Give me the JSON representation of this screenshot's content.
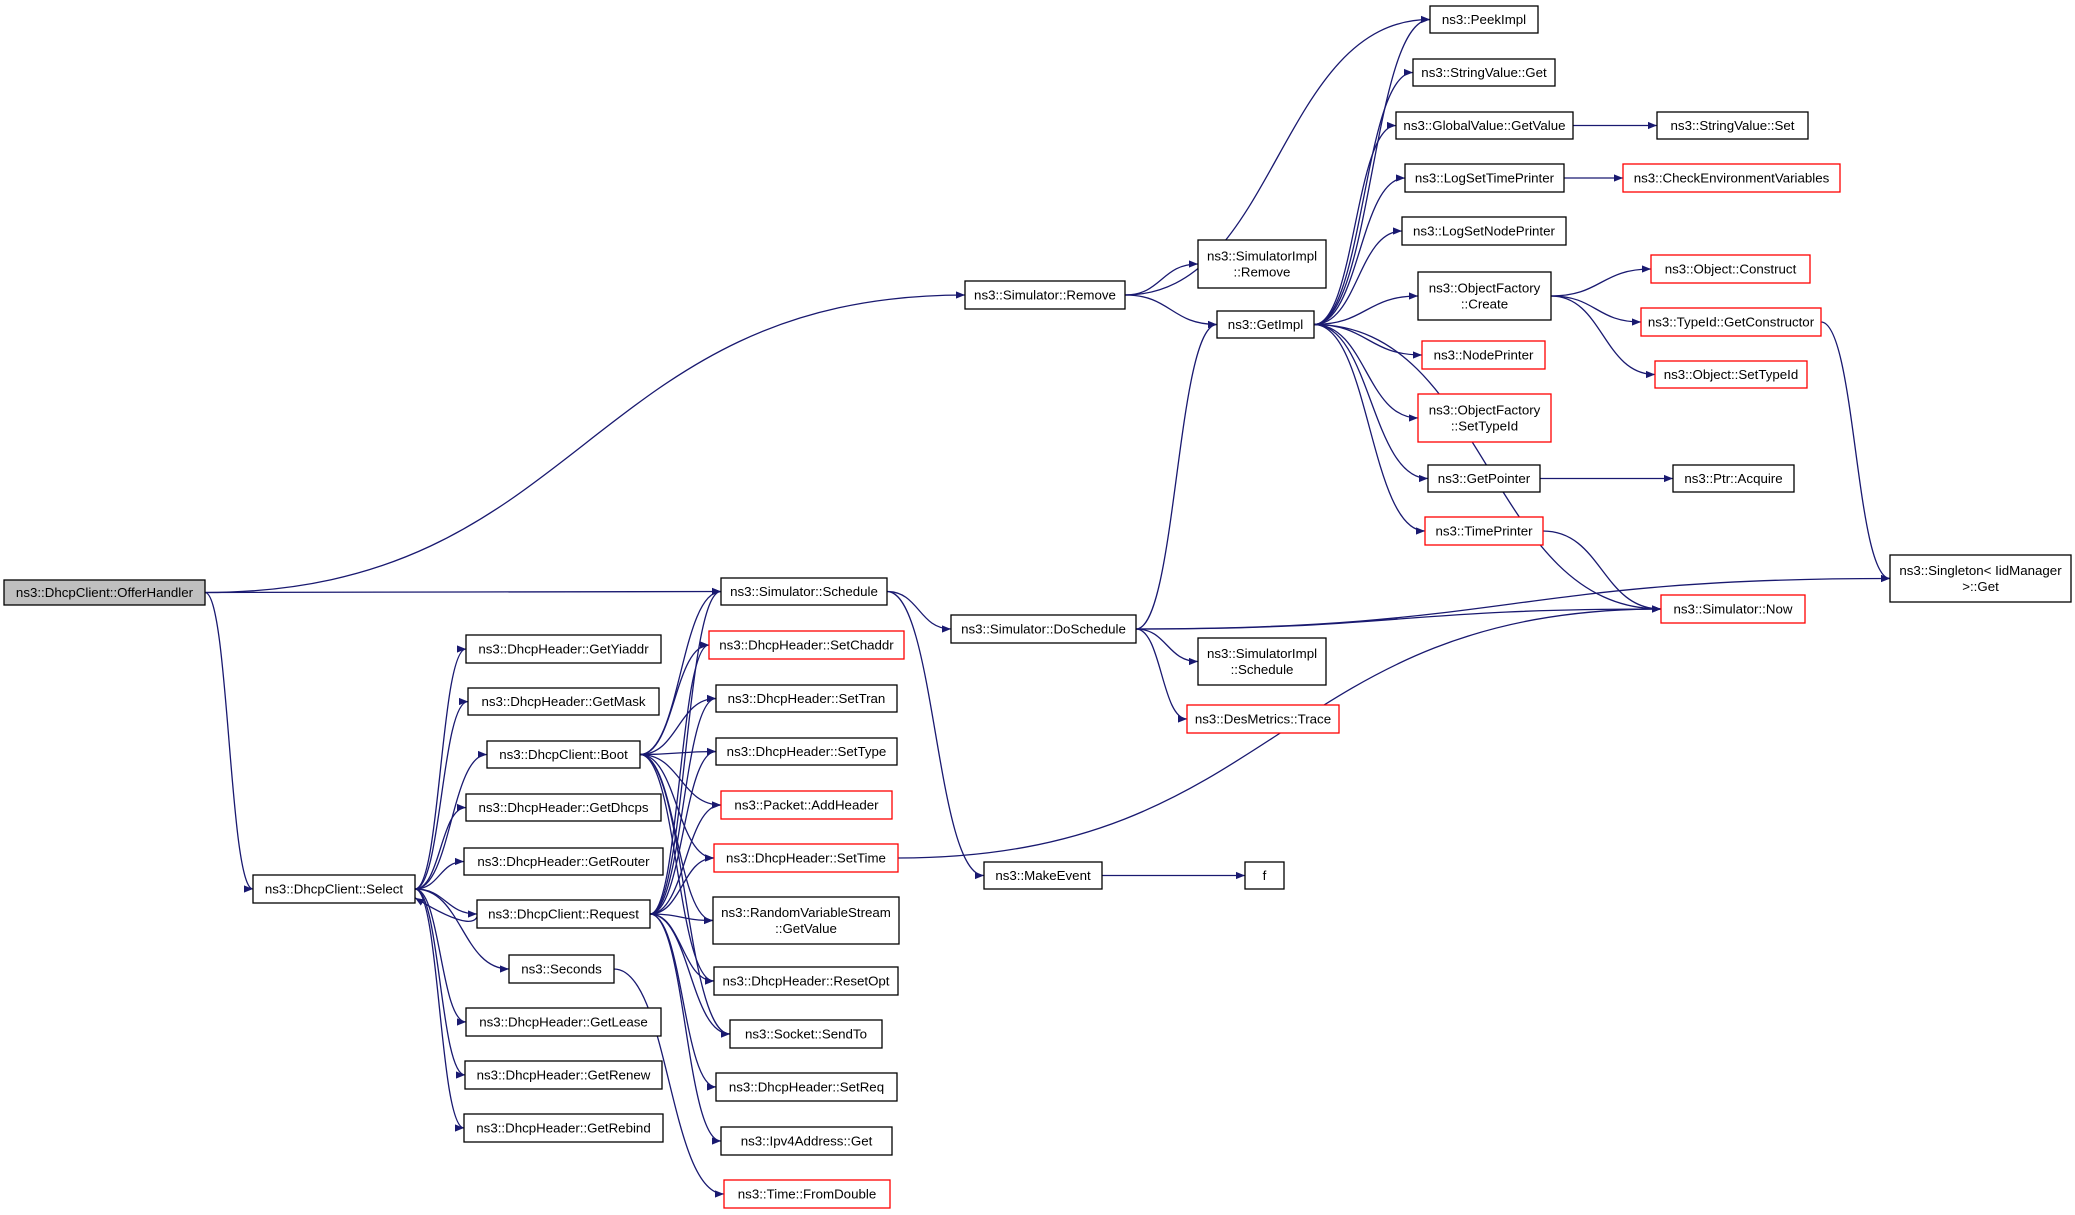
{
  "colors": {
    "edge": "#191970",
    "node_border_default": "#000000",
    "node_border_link": "#ff0000",
    "node_fill": "#ffffff",
    "node_fill_root": "#bfbfbf"
  },
  "nodes": [
    {
      "id": "offerhandler",
      "lines": [
        "ns3::DhcpClient::OfferHandler"
      ],
      "style": "root"
    },
    {
      "id": "sim_remove",
      "lines": [
        "ns3::Simulator::Remove"
      ],
      "style": "default"
    },
    {
      "id": "sim_schedule",
      "lines": [
        "ns3::Simulator::Schedule"
      ],
      "style": "default"
    },
    {
      "id": "select",
      "lines": [
        "ns3::DhcpClient::Select"
      ],
      "style": "default"
    },
    {
      "id": "peekimpl",
      "lines": [
        "ns3::PeekImpl"
      ],
      "style": "default"
    },
    {
      "id": "stringvalue_get",
      "lines": [
        "ns3::StringValue::Get"
      ],
      "style": "default"
    },
    {
      "id": "globalvalue_getvalue",
      "lines": [
        "ns3::GlobalValue::GetValue"
      ],
      "style": "default"
    },
    {
      "id": "stringvalue_set",
      "lines": [
        "ns3::StringValue::Set"
      ],
      "style": "default"
    },
    {
      "id": "logsettimeprinter",
      "lines": [
        "ns3::LogSetTimePrinter"
      ],
      "style": "default"
    },
    {
      "id": "checkenv",
      "lines": [
        "ns3::CheckEnvironmentVariables"
      ],
      "style": "link"
    },
    {
      "id": "logsetnodeprinter",
      "lines": [
        "ns3::LogSetNodePrinter"
      ],
      "style": "default"
    },
    {
      "id": "simimpl_remove",
      "lines": [
        "ns3::SimulatorImpl",
        "::Remove"
      ],
      "style": "default"
    },
    {
      "id": "objectfactory_create",
      "lines": [
        "ns3::ObjectFactory",
        "::Create"
      ],
      "style": "default"
    },
    {
      "id": "object_construct",
      "lines": [
        "ns3::Object::Construct"
      ],
      "style": "link"
    },
    {
      "id": "typeid_getconstructor",
      "lines": [
        "ns3::TypeId::GetConstructor"
      ],
      "style": "link"
    },
    {
      "id": "getimpl",
      "lines": [
        "ns3::GetImpl"
      ],
      "style": "default"
    },
    {
      "id": "object_settypeid",
      "lines": [
        "ns3::Object::SetTypeId"
      ],
      "style": "link"
    },
    {
      "id": "nodeprinter",
      "lines": [
        "ns3::NodePrinter"
      ],
      "style": "link"
    },
    {
      "id": "objectfactory_settypeid",
      "lines": [
        "ns3::ObjectFactory",
        "::SetTypeId"
      ],
      "style": "link"
    },
    {
      "id": "getpointer",
      "lines": [
        "ns3::GetPointer"
      ],
      "style": "default"
    },
    {
      "id": "ptr_acquire",
      "lines": [
        "ns3::Ptr::Acquire"
      ],
      "style": "default"
    },
    {
      "id": "timeprinter",
      "lines": [
        "ns3::TimePrinter"
      ],
      "style": "link"
    },
    {
      "id": "singleton_get",
      "lines": [
        "ns3::Singleton< IidManager",
        ">::Get"
      ],
      "style": "default"
    },
    {
      "id": "sim_doschedule",
      "lines": [
        "ns3::Simulator::DoSchedule"
      ],
      "style": "default"
    },
    {
      "id": "sim_now",
      "lines": [
        "ns3::Simulator::Now"
      ],
      "style": "link"
    },
    {
      "id": "simimpl_schedule",
      "lines": [
        "ns3::SimulatorImpl",
        "::Schedule"
      ],
      "style": "default"
    },
    {
      "id": "desmetrics_trace",
      "lines": [
        "ns3::DesMetrics::Trace"
      ],
      "style": "link"
    },
    {
      "id": "makeevent",
      "lines": [
        "ns3::MakeEvent"
      ],
      "style": "default"
    },
    {
      "id": "f",
      "lines": [
        "f"
      ],
      "style": "default"
    },
    {
      "id": "getyiaddr",
      "lines": [
        "ns3::DhcpHeader::GetYiaddr"
      ],
      "style": "default"
    },
    {
      "id": "setchaddr",
      "lines": [
        "ns3::DhcpHeader::SetChaddr"
      ],
      "style": "link"
    },
    {
      "id": "getmask",
      "lines": [
        "ns3::DhcpHeader::GetMask"
      ],
      "style": "default"
    },
    {
      "id": "settran",
      "lines": [
        "ns3::DhcpHeader::SetTran"
      ],
      "style": "default"
    },
    {
      "id": "boot",
      "lines": [
        "ns3::DhcpClient::Boot"
      ],
      "style": "default"
    },
    {
      "id": "settype",
      "lines": [
        "ns3::DhcpHeader::SetType"
      ],
      "style": "default"
    },
    {
      "id": "getdhcps",
      "lines": [
        "ns3::DhcpHeader::GetDhcps"
      ],
      "style": "default"
    },
    {
      "id": "addheader",
      "lines": [
        "ns3::Packet::AddHeader"
      ],
      "style": "link"
    },
    {
      "id": "getrouter",
      "lines": [
        "ns3::DhcpHeader::GetRouter"
      ],
      "style": "default"
    },
    {
      "id": "settime",
      "lines": [
        "ns3::DhcpHeader::SetTime"
      ],
      "style": "link"
    },
    {
      "id": "request",
      "lines": [
        "ns3::DhcpClient::Request"
      ],
      "style": "default"
    },
    {
      "id": "rvs_getvalue",
      "lines": [
        "ns3::RandomVariableStream",
        "::GetValue"
      ],
      "style": "default"
    },
    {
      "id": "seconds",
      "lines": [
        "ns3::Seconds"
      ],
      "style": "default"
    },
    {
      "id": "resetopt",
      "lines": [
        "ns3::DhcpHeader::ResetOpt"
      ],
      "style": "default"
    },
    {
      "id": "getlease",
      "lines": [
        "ns3::DhcpHeader::GetLease"
      ],
      "style": "default"
    },
    {
      "id": "socket_sendto",
      "lines": [
        "ns3::Socket::SendTo"
      ],
      "style": "default"
    },
    {
      "id": "getrenew",
      "lines": [
        "ns3::DhcpHeader::GetRenew"
      ],
      "style": "default"
    },
    {
      "id": "setreq",
      "lines": [
        "ns3::DhcpHeader::SetReq"
      ],
      "style": "default"
    },
    {
      "id": "getrebind",
      "lines": [
        "ns3::DhcpHeader::GetRebind"
      ],
      "style": "default"
    },
    {
      "id": "ipv4address_get",
      "lines": [
        "ns3::Ipv4Address::Get"
      ],
      "style": "default"
    },
    {
      "id": "time_fromdouble",
      "lines": [
        "ns3::Time::FromDouble"
      ],
      "style": "link"
    }
  ],
  "edges": [
    [
      "offerhandler",
      "sim_remove"
    ],
    [
      "offerhandler",
      "sim_schedule"
    ],
    [
      "offerhandler",
      "select"
    ],
    [
      "sim_remove",
      "peekimpl"
    ],
    [
      "sim_remove",
      "simimpl_remove"
    ],
    [
      "sim_remove",
      "getimpl"
    ],
    [
      "getimpl",
      "peekimpl"
    ],
    [
      "getimpl",
      "stringvalue_get"
    ],
    [
      "getimpl",
      "globalvalue_getvalue"
    ],
    [
      "getimpl",
      "logsettimeprinter"
    ],
    [
      "getimpl",
      "logsetnodeprinter"
    ],
    [
      "getimpl",
      "objectfactory_create"
    ],
    [
      "getimpl",
      "nodeprinter"
    ],
    [
      "getimpl",
      "objectfactory_settypeid"
    ],
    [
      "getimpl",
      "getpointer"
    ],
    [
      "getimpl",
      "timeprinter"
    ],
    [
      "getimpl",
      "sim_now"
    ],
    [
      "globalvalue_getvalue",
      "stringvalue_set"
    ],
    [
      "logsettimeprinter",
      "checkenv"
    ],
    [
      "objectfactory_create",
      "object_construct"
    ],
    [
      "objectfactory_create",
      "typeid_getconstructor"
    ],
    [
      "objectfactory_create",
      "object_settypeid"
    ],
    [
      "typeid_getconstructor",
      "singleton_get"
    ],
    [
      "getpointer",
      "ptr_acquire"
    ],
    [
      "timeprinter",
      "sim_now"
    ],
    [
      "sim_schedule",
      "sim_doschedule"
    ],
    [
      "sim_schedule",
      "makeevent"
    ],
    [
      "sim_doschedule",
      "getimpl"
    ],
    [
      "sim_doschedule",
      "sim_now"
    ],
    [
      "sim_doschedule",
      "simimpl_schedule"
    ],
    [
      "sim_doschedule",
      "desmetrics_trace"
    ],
    [
      "sim_doschedule",
      "singleton_get"
    ],
    [
      "makeevent",
      "f"
    ],
    [
      "select",
      "getyiaddr"
    ],
    [
      "select",
      "getmask"
    ],
    [
      "select",
      "boot"
    ],
    [
      "select",
      "getdhcps"
    ],
    [
      "select",
      "getrouter"
    ],
    [
      "select",
      "request"
    ],
    [
      "select",
      "seconds"
    ],
    [
      "select",
      "getlease"
    ],
    [
      "select",
      "getrenew"
    ],
    [
      "select",
      "getrebind"
    ],
    [
      "boot",
      "sim_schedule"
    ],
    [
      "boot",
      "setchaddr"
    ],
    [
      "boot",
      "settran"
    ],
    [
      "boot",
      "settype"
    ],
    [
      "boot",
      "addheader"
    ],
    [
      "boot",
      "settime"
    ],
    [
      "boot",
      "rvs_getvalue"
    ],
    [
      "boot",
      "resetopt"
    ],
    [
      "boot",
      "socket_sendto"
    ],
    [
      "request",
      "select"
    ],
    [
      "request",
      "sim_schedule"
    ],
    [
      "request",
      "setchaddr"
    ],
    [
      "request",
      "settran"
    ],
    [
      "request",
      "settype"
    ],
    [
      "request",
      "addheader"
    ],
    [
      "request",
      "settime"
    ],
    [
      "request",
      "rvs_getvalue"
    ],
    [
      "request",
      "resetopt"
    ],
    [
      "request",
      "socket_sendto"
    ],
    [
      "request",
      "setreq"
    ],
    [
      "request",
      "ipv4address_get"
    ],
    [
      "seconds",
      "time_fromdouble"
    ],
    [
      "settime",
      "sim_now"
    ]
  ]
}
